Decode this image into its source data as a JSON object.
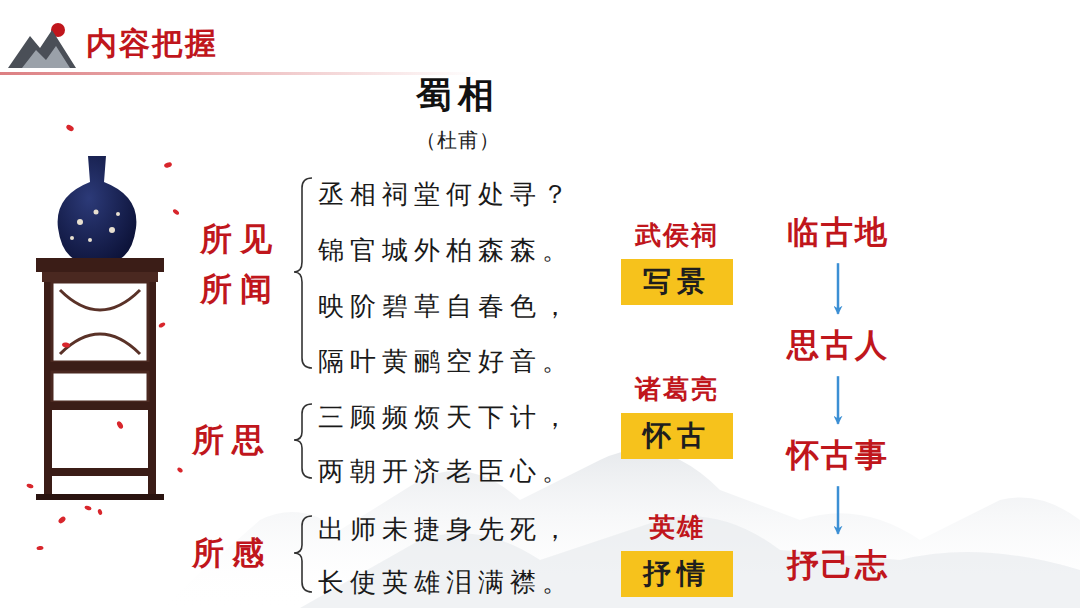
{
  "diagram": {
    "title": "内容把握",
    "nodes": [
      {
        "text": [
          "武侯祠",
          "写景"
        ]
      },
      {
        "text": [
          "诸葛亮",
          "怀古"
        ]
      },
      {
        "text": [
          "英雄",
          "抒情"
        ]
      },
      {
        "text": [
          "临古地"
        ]
      },
      {
        "text": [
          "思古人"
        ]
      },
      {
        "text": [
          "怀古事"
        ]
      },
      {
        "text": [
          "抒己志"
        ]
      }
    ],
    "edges": [
      {
        "from": 3,
        "to": 4,
        "arrow": "to"
      },
      {
        "from": 4,
        "to": 5,
        "arrow": "to"
      },
      {
        "from": 5,
        "to": 6,
        "arrow": "to"
      }
    ],
    "labels": [
      "蜀相",
      "（杜甫）",
      "所见 所闻",
      "丞相祠堂何处寻？",
      "锦官城外柏森森。",
      "映阶碧草自春色，",
      "隔叶黄鹂空好音。",
      "所思",
      "三顾频烦天下计，",
      "两朝开济老臣心。",
      "所感",
      "出师未捷身先死，",
      "长使英雄泪满襟。"
    ]
  }
}
